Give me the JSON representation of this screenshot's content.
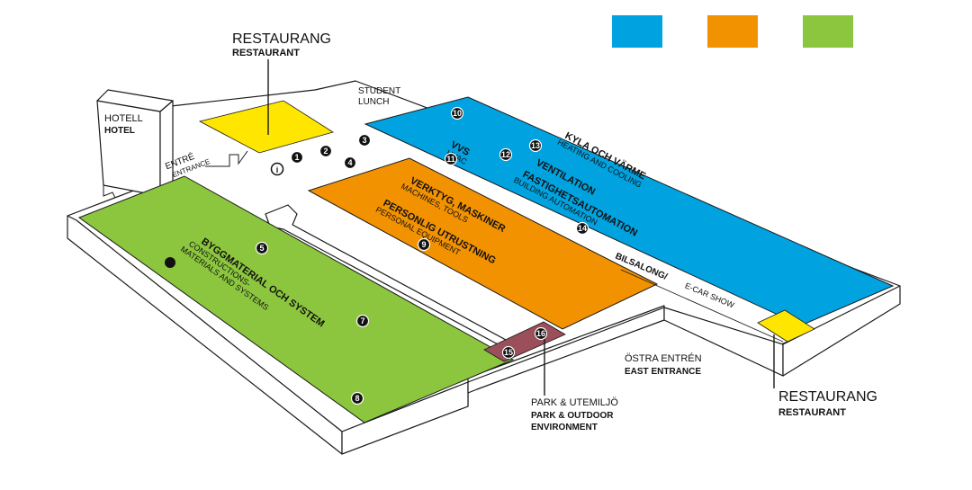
{
  "legend": [
    {
      "color": "#00a3e0"
    },
    {
      "color": "#f39200"
    },
    {
      "color": "#8cc63f"
    }
  ],
  "colors": {
    "blue": "#00a3e0",
    "orange": "#f39200",
    "green": "#8cc63f",
    "yellow": "#ffe600",
    "maroon": "#9b4f5a"
  },
  "labels": {
    "restaurant_top_sv": "RESTAURANG",
    "restaurant_top_en": "RESTAURANT",
    "student_lunch_1": "STUDENT",
    "student_lunch_2": "LUNCH",
    "hotel_sv": "HOTELL",
    "hotel_en": "HOTEL",
    "entrance_sv": "ENTRÉ",
    "entrance_en": "ENTRANCE",
    "vvs_sv": "VVS",
    "vvs_en": "HVAC",
    "kyla_sv": "KYLA OCH VÄRME",
    "kyla_en": "HEATING AND COOLING",
    "ventilation": "VENTILATION",
    "fastighet_sv": "FASTIGHETSAUTOMATION",
    "fastighet_en": "BUILDING AUTOMATION",
    "verktyg_sv": "VERKTYG, MASKINER",
    "verktyg_en": "MACHINES, TOOLS",
    "personlig_sv": "PERSONLIG UTRUSTNING",
    "personlig_en": "PERSONAL EQUIPMENT",
    "bygg_sv": "BYGGMATERIAL OCH SYSTEM",
    "bygg_en_1": "CONSTRUCTIONS-",
    "bygg_en_2": "MATERIALS AND SYSTEMS",
    "bilsalong_sv": "BILSALONG/",
    "bilsalong_en": "E-CAR SHOW",
    "east_sv": "ÖSTRA ENTRÉN",
    "east_en": "EAST ENTRANCE",
    "park_sv": "PARK & UTEMILJÖ",
    "park_en_1": "PARK & OUTDOOR",
    "park_en_2": "ENVIRONMENT",
    "restaurant_right_sv": "RESTAURANG",
    "restaurant_right_en": "RESTAURANT",
    "info_symbol": "i"
  },
  "markers": [
    "1",
    "2",
    "3",
    "4",
    "5",
    "7",
    "8",
    "9",
    "10",
    "11",
    "12",
    "13",
    "14",
    "15",
    "16"
  ]
}
